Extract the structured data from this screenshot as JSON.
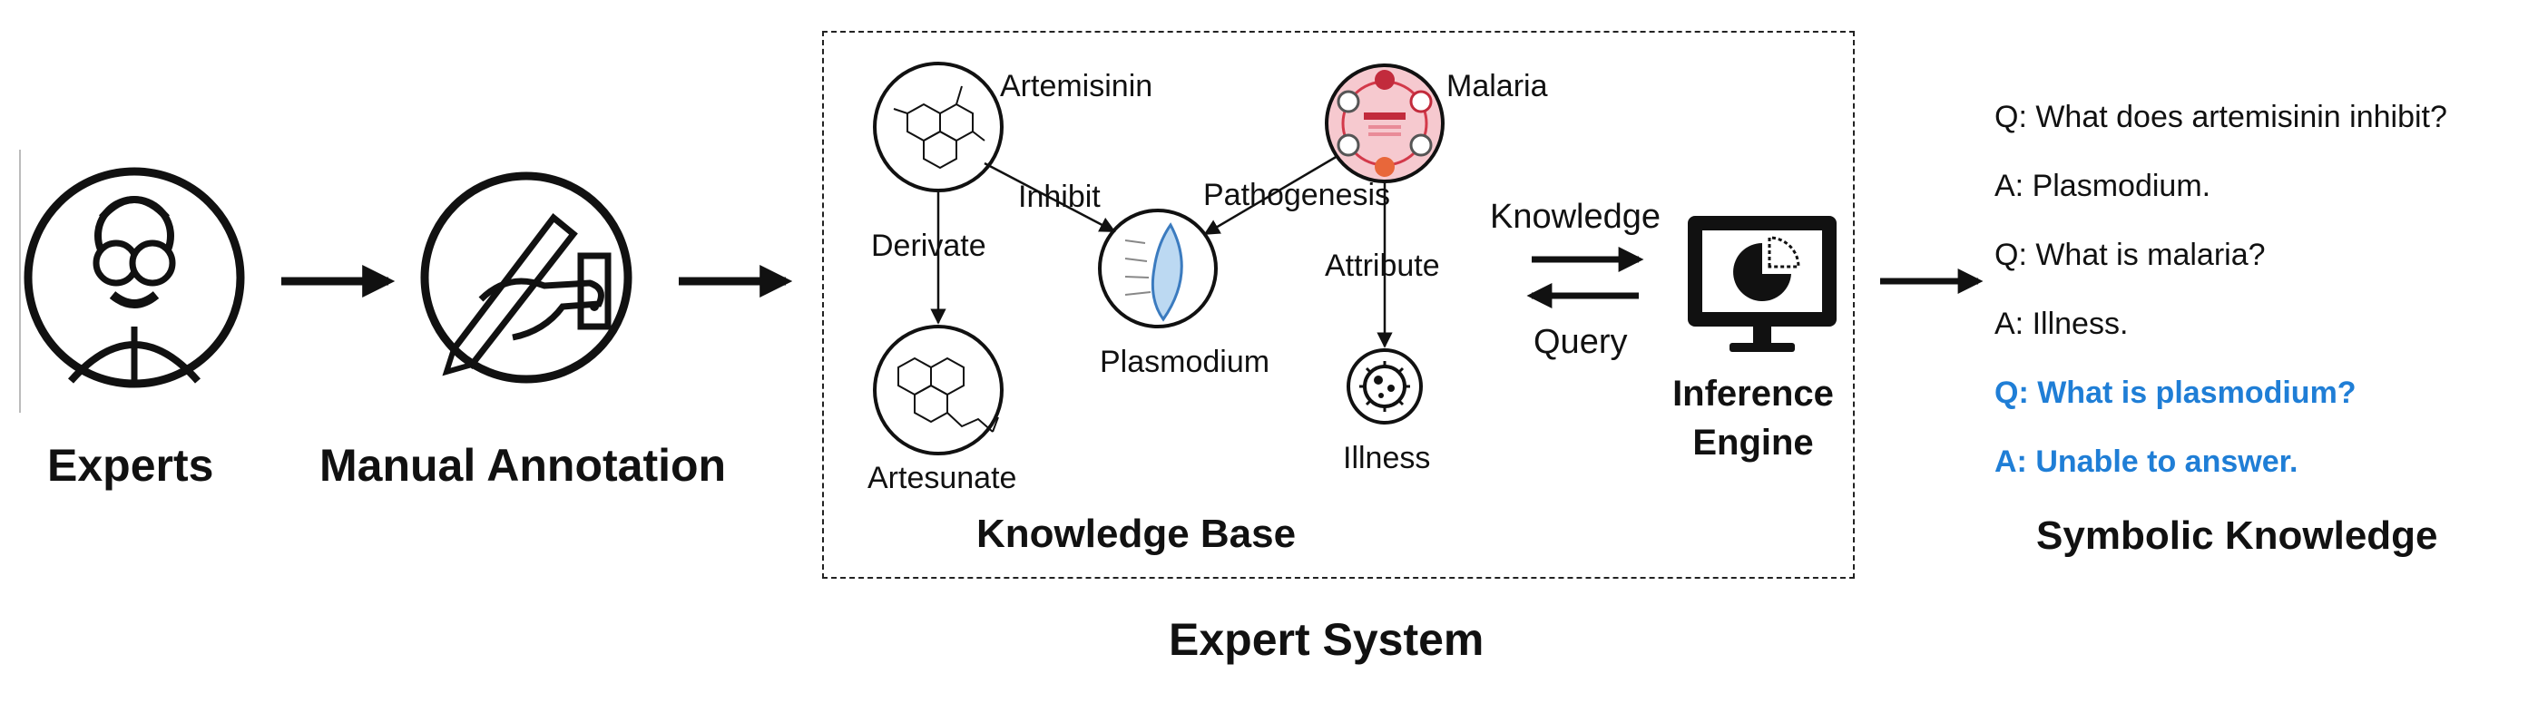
{
  "header_partial": "",
  "expert_label": "Experts",
  "annotation_label": "Manual Annotation",
  "expert_system": {
    "title": "Expert System",
    "knowledge_base": {
      "title": "Knowledge Base",
      "nodes": {
        "artemisinin": "Artemisinin",
        "malaria": "Malaria",
        "plasmodium": "Plasmodium",
        "artesunate": "Artesunate",
        "illness": "Illness"
      },
      "relations": {
        "inhibit": "Inhibit",
        "pathogenesis": "Pathogenesis",
        "derivate": "Derivate",
        "attribute": "Attribute"
      }
    },
    "exchange": {
      "knowledge": "Knowledge",
      "query": "Query"
    },
    "engine": {
      "line1": "Inference",
      "line2": "Engine"
    }
  },
  "symbolic_knowledge": {
    "title": "Symbolic Knowledge",
    "qa": [
      {
        "text": "Q: What does artemisinin inhibit?",
        "highlight": false
      },
      {
        "text": "A: Plasmodium.",
        "highlight": false
      },
      {
        "text": "Q: What is malaria?",
        "highlight": false
      },
      {
        "text": "A: Illness.",
        "highlight": false
      },
      {
        "text": "Q: What is plasmodium?",
        "highlight": true
      },
      {
        "text": "A: Unable to answer.",
        "highlight": true
      }
    ]
  },
  "colors": {
    "highlight": "#1f7ed6",
    "malaria_fill": "#f6c9cf",
    "stroke": "#111111"
  },
  "icons": [
    "expert-face-icon",
    "hand-pen-icon",
    "monitor-pie-icon",
    "molecule-icon",
    "virus-icon",
    "plasmodium-cell-icon"
  ]
}
